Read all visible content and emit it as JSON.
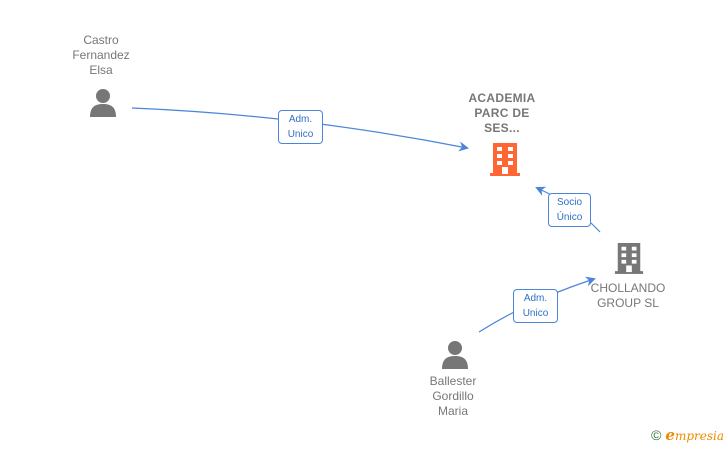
{
  "colors": {
    "edge": "#4a86d8",
    "main_node": "#ff6633",
    "node": "#777777"
  },
  "nodes": [
    {
      "id": "castro",
      "type": "person",
      "label": "Castro\nFernandez\nElsa"
    },
    {
      "id": "academia",
      "type": "company-main",
      "label": "ACADEMIA\nPARC DE\nSES..."
    },
    {
      "id": "chollando",
      "type": "company",
      "label": "CHOLLANDO\nGROUP SL"
    },
    {
      "id": "ballester",
      "type": "person",
      "label": "Ballester\nGordillo\nMaria"
    }
  ],
  "edges": [
    {
      "from": "castro",
      "to": "academia",
      "label": "Adm.\nUnico"
    },
    {
      "from": "chollando",
      "to": "academia",
      "label": "Socio\nÚnico"
    },
    {
      "from": "ballester",
      "to": "chollando",
      "label": "Adm.\nUnico"
    }
  ],
  "footer": {
    "copyright_symbol": "©",
    "brand_initial": "e",
    "brand_rest": "mpresia"
  }
}
